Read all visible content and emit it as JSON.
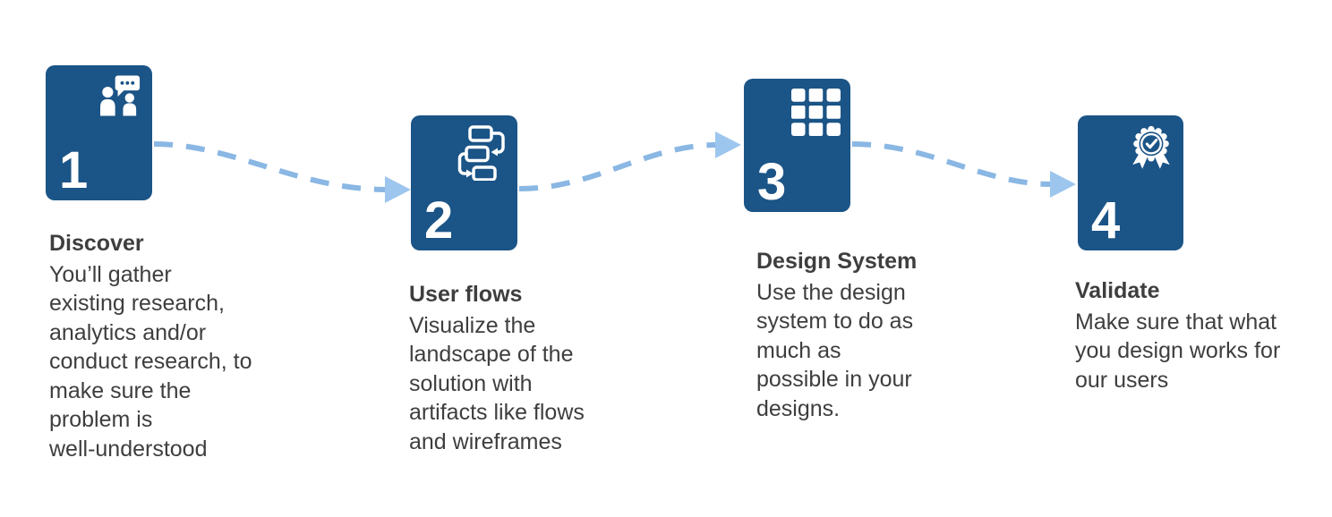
{
  "colors": {
    "card": "#1b5486",
    "dash": "#8ab7e3",
    "arrowhead": "#9dc6ee",
    "text": "#3e3e3e",
    "number": "#ffffff"
  },
  "steps": [
    {
      "number": "1",
      "icon": "conversation-icon",
      "title": "Discover",
      "description": "You’ll gather\nexisting research,\nanalytics and/or\nconduct research, to\nmake sure the\nproblem is\nwell-understood"
    },
    {
      "number": "2",
      "icon": "flowchart-icon",
      "title": "User flows",
      "description": "Visualize the\nlandscape of the\nsolution with\nartifacts like flows\nand wireframes"
    },
    {
      "number": "3",
      "icon": "grid-icon",
      "title": "Design System",
      "description": "Use the design\nsystem to do as\nmuch as\npossible in your\ndesigns."
    },
    {
      "number": "4",
      "icon": "award-icon",
      "title": "Validate",
      "description": "Make sure that what\nyou design works for\nour users"
    }
  ]
}
